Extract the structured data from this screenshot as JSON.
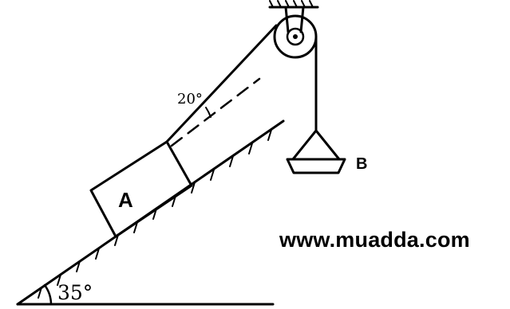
{
  "diagram": {
    "labels": {
      "incline_angle": "35°",
      "rope_angle": "20°",
      "block_a": "A",
      "pan_b": "B"
    }
  },
  "watermark": {
    "text": "www.muadda.com"
  }
}
